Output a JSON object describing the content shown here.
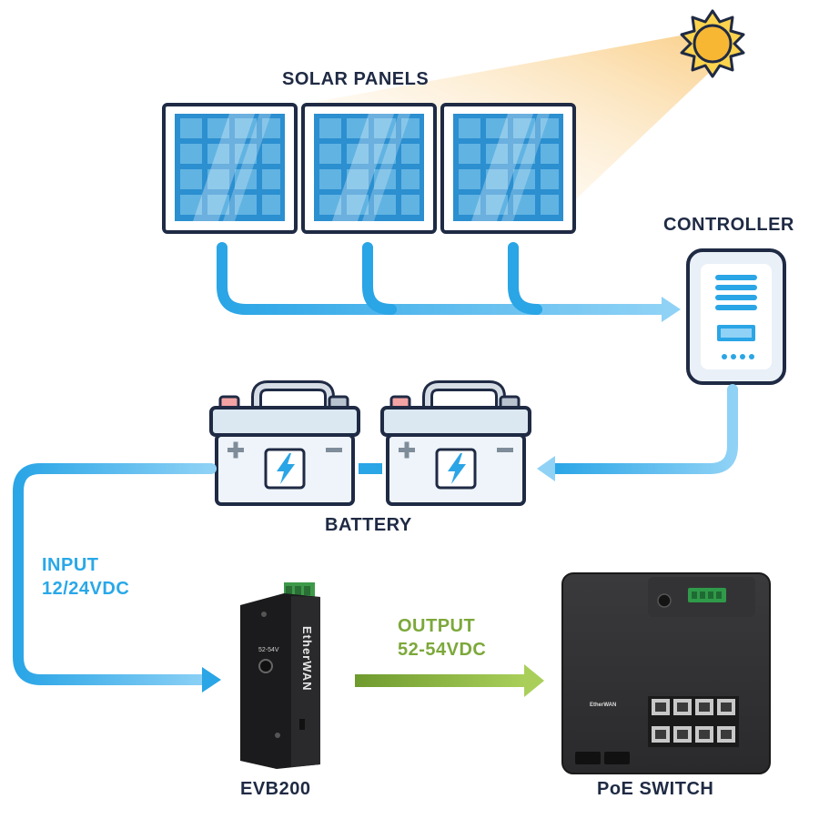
{
  "labels": {
    "solar_panels": "SOLAR PANELS",
    "controller": "CONTROLLER",
    "battery": "BATTERY",
    "input_line1": "INPUT",
    "input_line2": "12/24VDC",
    "output_line1": "OUTPUT",
    "output_line2": "52-54VDC",
    "evb200": "EVB200",
    "poe_switch": "PoE SWITCH"
  },
  "device_text": {
    "evb_brand": "EtherWAN",
    "evb_voltage": "52-54V",
    "switch_brand": "EtherWAN"
  },
  "colors": {
    "label_dark": "#1f2a44",
    "power_line": "#29a8e8",
    "output_line": "#7ca83a",
    "panel_frame": "#1f2a44",
    "panel_cell": "#2b8fd0",
    "sun": "#f7b733"
  }
}
